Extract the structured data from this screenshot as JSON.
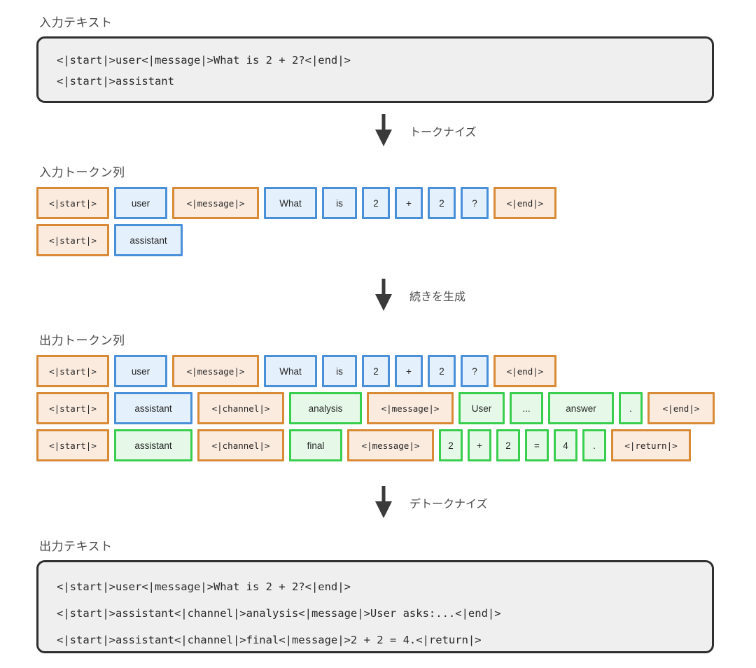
{
  "sections": {
    "input_text_label": "入力テキスト",
    "input_tokens_label": "入力トークン列",
    "output_tokens_label": "出力トークン列",
    "output_text_label": "出力テキスト"
  },
  "arrows": {
    "tokenize": "トークナイズ",
    "generate": "続きを生成",
    "detokenize": "デトークナイズ"
  },
  "input_text": {
    "lines": [
      "<|start|>user<|message|>What is 2 + 2?<|end|>",
      "<|start|>assistant"
    ]
  },
  "output_text": {
    "lines": [
      "<|start|>user<|message|>What is 2 + 2?<|end|>",
      "<|start|>assistant<|channel|>analysis<|message|>User asks:...<|end|>",
      "<|start|>assistant<|channel|>final<|message|>2 + 2 = 4.<|return|>"
    ]
  },
  "colors": {
    "special_token_border": "#d98a37",
    "special_token_fill": "#fbeade",
    "input_token_border": "#4a90d9",
    "input_token_fill": "#e4f0fb",
    "generated_token_border": "#3ace4e",
    "generated_token_fill": "#e6f9e8",
    "panel_border": "#2f2f2f",
    "panel_fill": "#efefef",
    "text": "#333333"
  },
  "input_token_rows": [
    [
      {
        "text": "<|start|>",
        "kind": "special",
        "color": "orange",
        "width": 104
      },
      {
        "text": "user",
        "kind": "plain",
        "color": "blue",
        "width": 76
      },
      {
        "text": "<|message|>",
        "kind": "special",
        "color": "orange",
        "width": 124
      },
      {
        "text": "What",
        "kind": "plain",
        "color": "blue",
        "width": 76
      },
      {
        "text": "is",
        "kind": "plain",
        "color": "blue",
        "width": 50
      },
      {
        "text": "2",
        "kind": "plain",
        "color": "blue",
        "width": 40
      },
      {
        "text": "+",
        "kind": "plain",
        "color": "blue",
        "width": 40
      },
      {
        "text": "2",
        "kind": "plain",
        "color": "blue",
        "width": 40
      },
      {
        "text": "?",
        "kind": "plain",
        "color": "blue",
        "width": 40
      },
      {
        "text": "<|end|>",
        "kind": "special",
        "color": "orange",
        "width": 90
      }
    ],
    [
      {
        "text": "<|start|>",
        "kind": "special",
        "color": "orange",
        "width": 104
      },
      {
        "text": "assistant",
        "kind": "plain",
        "color": "blue",
        "width": 98
      }
    ]
  ],
  "output_token_rows": [
    [
      {
        "text": "<|start|>",
        "kind": "special",
        "color": "orange",
        "width": 104
      },
      {
        "text": "user",
        "kind": "plain",
        "color": "blue",
        "width": 76
      },
      {
        "text": "<|message|>",
        "kind": "special",
        "color": "orange",
        "width": 124
      },
      {
        "text": "What",
        "kind": "plain",
        "color": "blue",
        "width": 76
      },
      {
        "text": "is",
        "kind": "plain",
        "color": "blue",
        "width": 50
      },
      {
        "text": "2",
        "kind": "plain",
        "color": "blue",
        "width": 40
      },
      {
        "text": "+",
        "kind": "plain",
        "color": "blue",
        "width": 40
      },
      {
        "text": "2",
        "kind": "plain",
        "color": "blue",
        "width": 40
      },
      {
        "text": "?",
        "kind": "plain",
        "color": "blue",
        "width": 40
      },
      {
        "text": "<|end|>",
        "kind": "special",
        "color": "orange",
        "width": 90
      }
    ],
    [
      {
        "text": "<|start|>",
        "kind": "special",
        "color": "orange",
        "width": 104
      },
      {
        "text": "assistant",
        "kind": "plain",
        "color": "blue",
        "width": 112
      },
      {
        "text": "<|channel|>",
        "kind": "special",
        "color": "orange",
        "width": 124
      },
      {
        "text": "analysis",
        "kind": "plain",
        "color": "green",
        "width": 104
      },
      {
        "text": "<|message|>",
        "kind": "special",
        "color": "orange",
        "width": 124
      },
      {
        "text": "User",
        "kind": "plain",
        "color": "green",
        "width": 66
      },
      {
        "text": "...",
        "kind": "plain",
        "color": "green",
        "width": 48
      },
      {
        "text": "answer",
        "kind": "plain",
        "color": "green",
        "width": 94
      },
      {
        "text": ".",
        "kind": "plain",
        "color": "green",
        "width": 34
      },
      {
        "text": "<|end|>",
        "kind": "special",
        "color": "orange",
        "width": 96
      }
    ],
    [
      {
        "text": "<|start|>",
        "kind": "special",
        "color": "orange",
        "width": 104
      },
      {
        "text": "assistant",
        "kind": "plain",
        "color": "green",
        "width": 112
      },
      {
        "text": "<|channel|>",
        "kind": "special",
        "color": "orange",
        "width": 124
      },
      {
        "text": "final",
        "kind": "plain",
        "color": "green",
        "width": 76
      },
      {
        "text": "<|message|>",
        "kind": "special",
        "color": "orange",
        "width": 124
      },
      {
        "text": "2",
        "kind": "plain",
        "color": "green",
        "width": 34
      },
      {
        "text": "+",
        "kind": "plain",
        "color": "green",
        "width": 34
      },
      {
        "text": "2",
        "kind": "plain",
        "color": "green",
        "width": 34
      },
      {
        "text": "=",
        "kind": "plain",
        "color": "green",
        "width": 34
      },
      {
        "text": "4",
        "kind": "plain",
        "color": "green",
        "width": 34
      },
      {
        "text": ".",
        "kind": "plain",
        "color": "green",
        "width": 34
      },
      {
        "text": "<|return|>",
        "kind": "special",
        "color": "orange",
        "width": 114
      }
    ]
  ]
}
